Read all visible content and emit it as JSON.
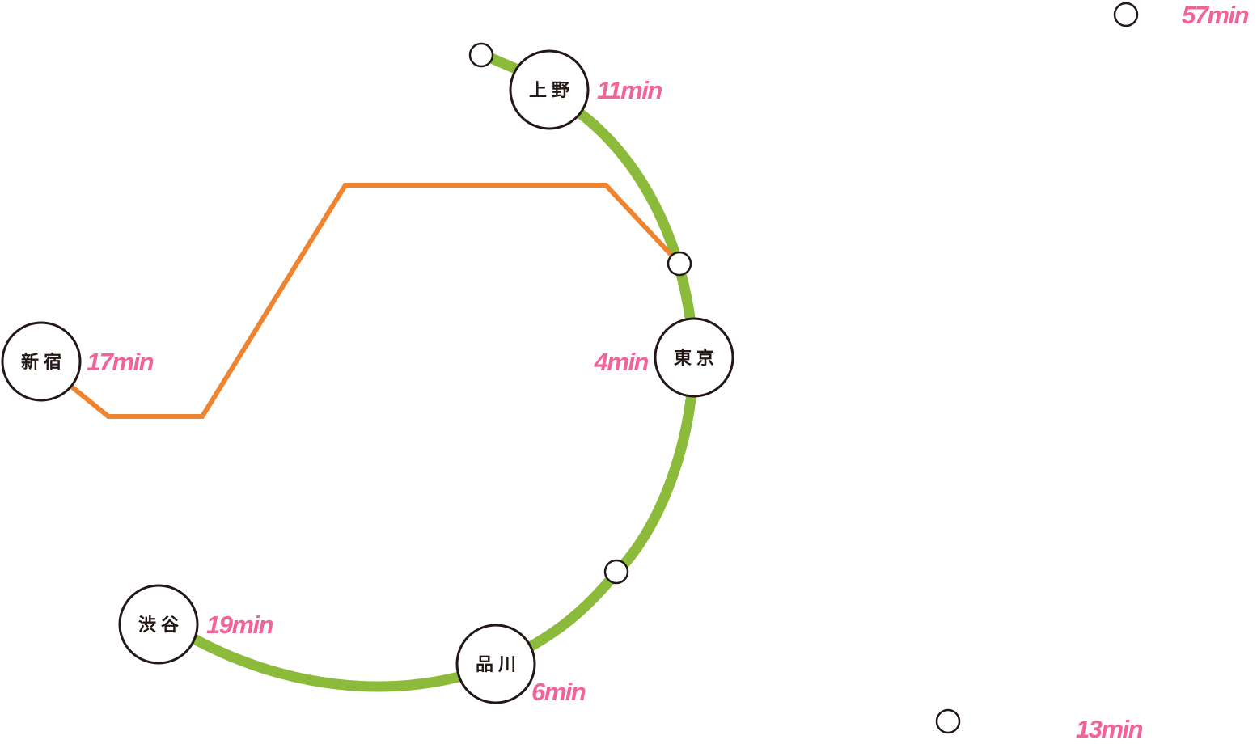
{
  "map": {
    "colors": {
      "green_line": "#8cbb3c",
      "orange_line": "#ee8430",
      "time_label": "#f0649a",
      "station_outline": "#231815"
    },
    "lines": [
      {
        "name": "",
        "color_key": "green_line"
      },
      {
        "name": "",
        "color_key": "orange_line"
      }
    ],
    "stations": {
      "ueno": {
        "name": "上野",
        "time": "11min"
      },
      "tokyo": {
        "name": "東京",
        "time": "4min"
      },
      "shinjuku": {
        "name": "新宿",
        "time": "17min"
      },
      "shibuya": {
        "name": "渋谷",
        "time": "19min"
      },
      "shinagawa": {
        "name": "品川",
        "time": "6min"
      }
    },
    "extra_times": {
      "top_right": "57min",
      "bottom_right": "13min"
    }
  }
}
